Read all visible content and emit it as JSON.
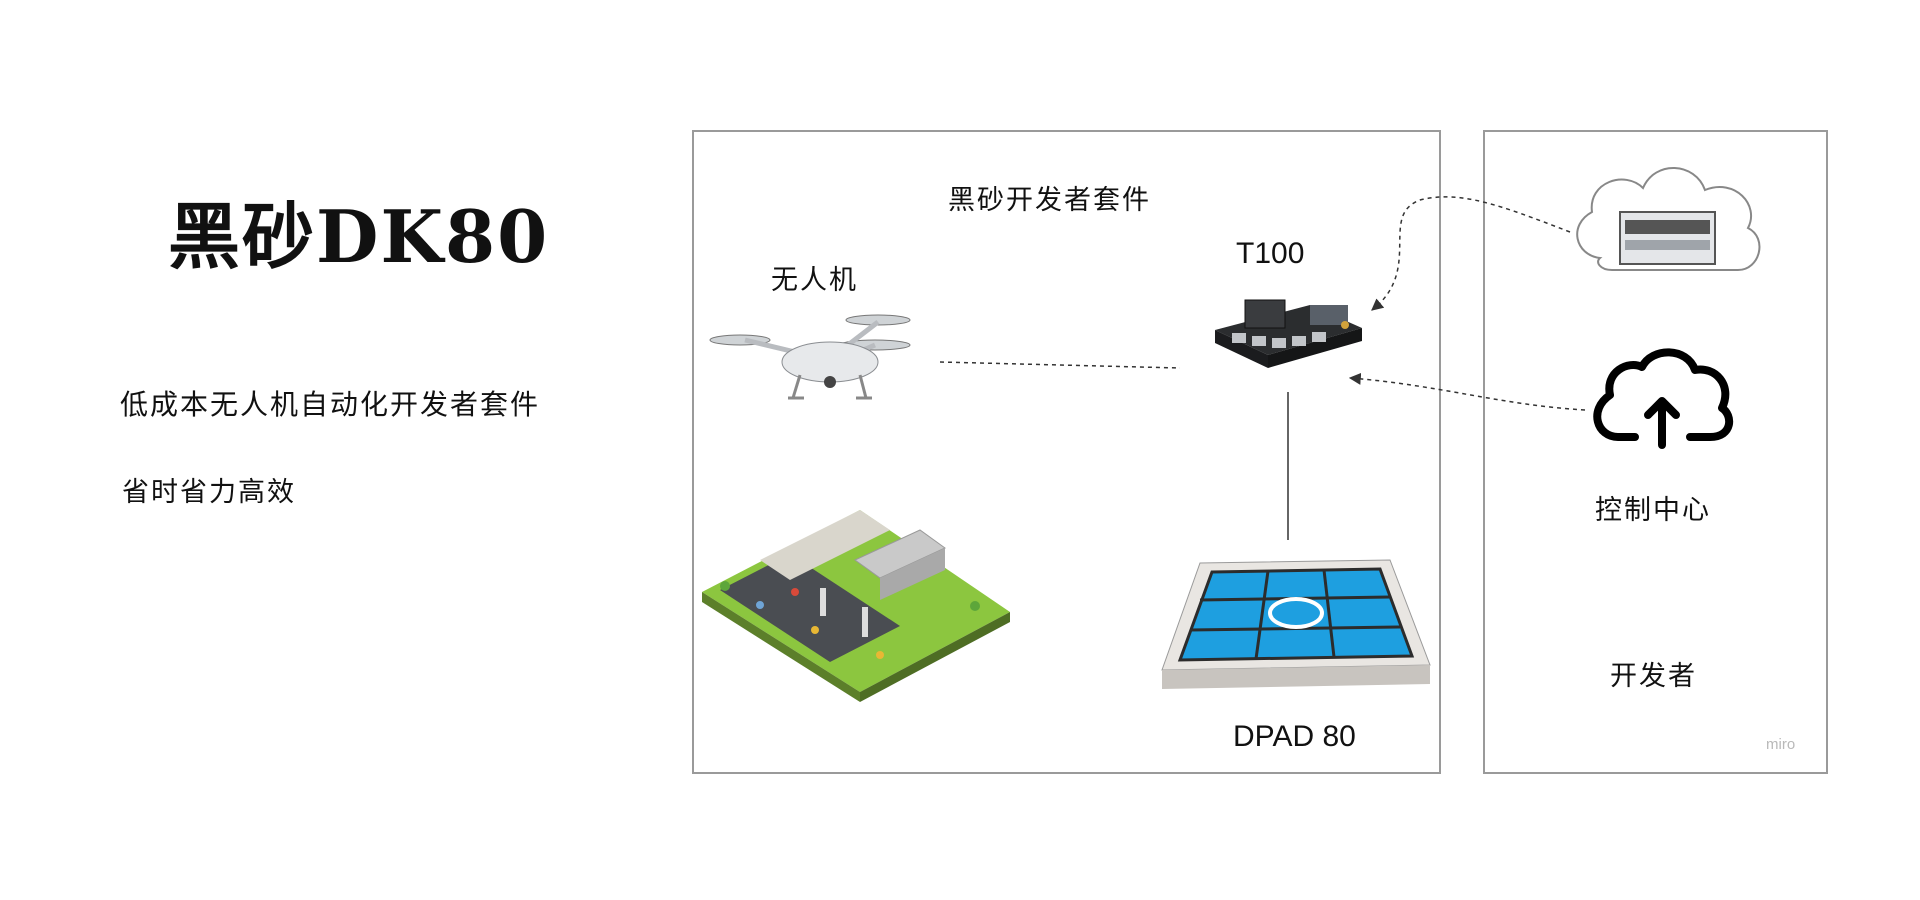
{
  "header": {
    "product_title": "黑砂DK80",
    "tagline_1": "低成本无人机自动化开发者套件",
    "tagline_2": "省时省力高效"
  },
  "diagram": {
    "kit_title": "黑砂开发者套件",
    "drone_label": "无人机",
    "board_label": "T100",
    "pad_label": "DPAD 80",
    "control_center_label": "控制中心",
    "developer_label": "开发者",
    "watermark": "miro"
  },
  "icons": [
    "drone-image",
    "circuit-board-image",
    "cloud-server-icon",
    "cloud-upload-icon",
    "landing-pad-image",
    "city-scene-image"
  ],
  "colors": {
    "panel_border": "#9a9a9a",
    "pad_blue": "#1e9fe0",
    "grass": "#8cc63f",
    "road": "#4a4d52"
  }
}
